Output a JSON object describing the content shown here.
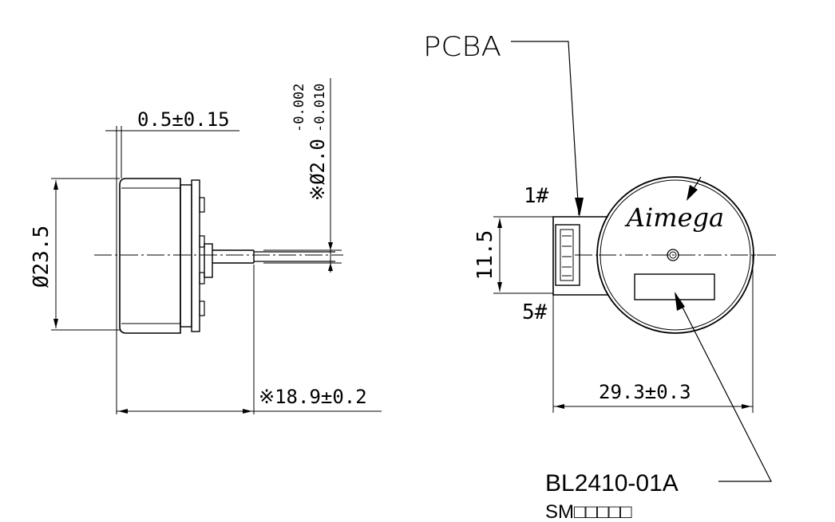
{
  "side_view": {
    "thickness_dim": "0.5±0.15",
    "pin_dia_dim": "※Ø2.0",
    "pin_tol_upper": "-0.002",
    "pin_tol_lower": "-0.010",
    "body_dia_dim": "Ø23.5",
    "length_dim": "※18.9±0.2"
  },
  "top_view": {
    "pcba_label": "PCBA",
    "pin1_label": "1#",
    "pin5_label": "5#",
    "height_dim": "11.5",
    "brand": "Aimega",
    "width_dim": "29.3±0.3",
    "model": "BL2410-01A",
    "sub_model": "SM□□□□□"
  },
  "colors": {
    "line": "#000000",
    "background": "#ffffff"
  }
}
